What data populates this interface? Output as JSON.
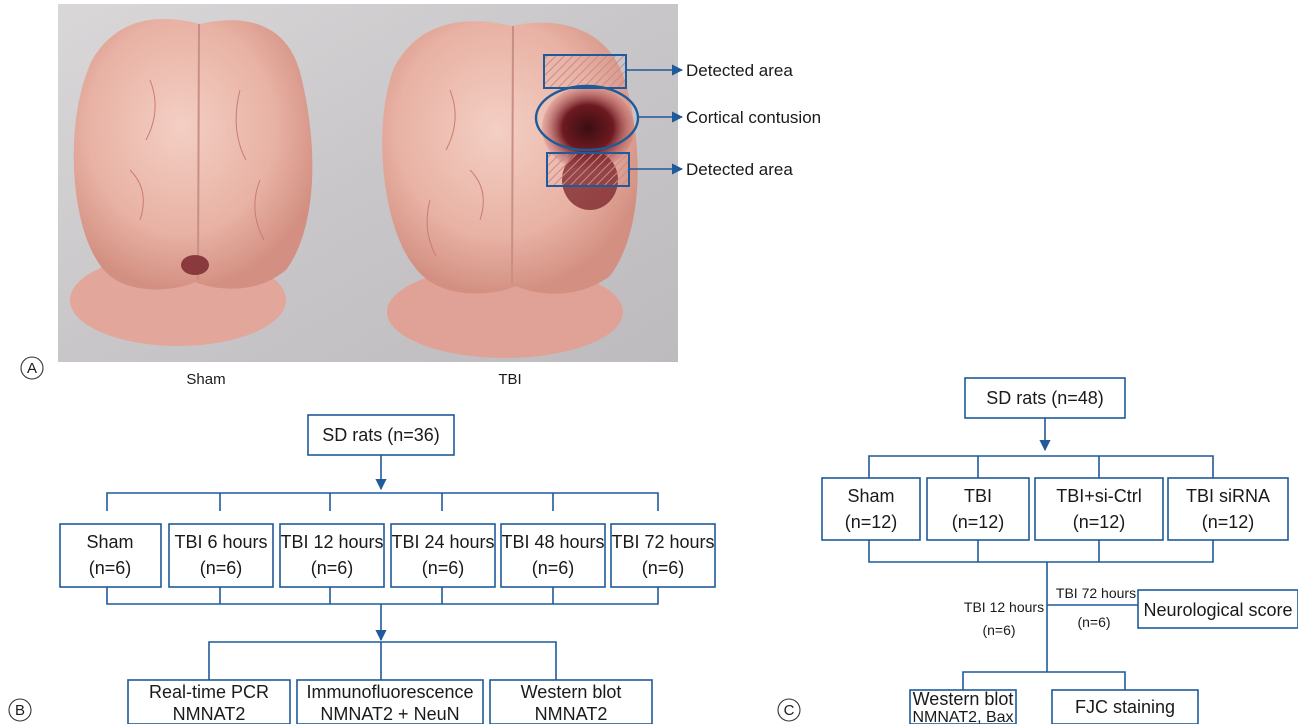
{
  "panel_a": {
    "letter": "A",
    "captions": [
      "Sham",
      "TBI"
    ],
    "annotations": [
      "Detected area",
      "Cortical contusion",
      "Detected area"
    ]
  },
  "panel_b": {
    "letter": "B",
    "root": "SD rats (n=36)",
    "groups": [
      {
        "name": "Sham",
        "n": "(n=6)"
      },
      {
        "name": "TBI 6 hours",
        "n": "(n=6)"
      },
      {
        "name": "TBI 12 hours",
        "n": "(n=6)"
      },
      {
        "name": "TBI 24 hours",
        "n": "(n=6)"
      },
      {
        "name": "TBI 48 hours",
        "n": "(n=6)"
      },
      {
        "name": "TBI 72 hours",
        "n": "(n=6)"
      }
    ],
    "assays": [
      {
        "name": "Real-time PCR",
        "target": "NMNAT2"
      },
      {
        "name": "Immunofluorescence",
        "target": "NMNAT2 + NeuN"
      },
      {
        "name": "Western blot",
        "target": "NMNAT2"
      }
    ]
  },
  "panel_c": {
    "letter": "C",
    "root": "SD rats (n=48)",
    "groups": [
      {
        "name": "Sham",
        "n": "(n=12)"
      },
      {
        "name": "TBI",
        "n": "(n=12)"
      },
      {
        "name": "TBI+si-Ctrl",
        "n": "(n=12)"
      },
      {
        "name": "TBI siRNA",
        "n": "(n=12)"
      }
    ],
    "branch_12h": {
      "time": "TBI 12 hours",
      "n": "(n=6)"
    },
    "branch_72h": {
      "time": "TBI 72 hours",
      "n": "(n=6)"
    },
    "neuro": "Neurological score",
    "assays": [
      {
        "name": "Western blot",
        "target": "NMNAT2, Bax"
      },
      {
        "name": "FJC staining"
      }
    ]
  }
}
